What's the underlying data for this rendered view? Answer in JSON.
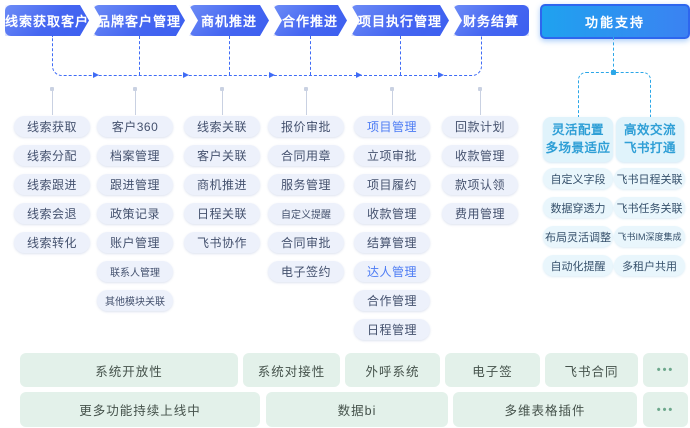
{
  "flow": {
    "stages": [
      {
        "label": "线索获取客户",
        "items": [
          "线索获取",
          "线索分配",
          "线索跟进",
          "线索会退",
          "线索转化"
        ]
      },
      {
        "label": "品牌客户管理",
        "items": [
          "客户360",
          "档案管理",
          "跟进管理",
          "政策记录",
          "账户管理",
          "联系人管理",
          "其他模块关联"
        ]
      },
      {
        "label": "商机推进",
        "items": [
          "线索关联",
          "客户关联",
          "商机推进",
          "日程关联",
          "飞书协作"
        ]
      },
      {
        "label": "合作推进",
        "items": [
          "报价审批",
          "合同用章",
          "服务管理",
          "自定义提醒",
          "合同审批",
          "电子签约"
        ]
      },
      {
        "label": "项目执行管理",
        "items": [
          "项目管理",
          "立项审批",
          "项目履约",
          "收款管理",
          "结算管理",
          "达人管理",
          "合作管理",
          "日程管理"
        ],
        "highlighted_items": [
          "项目管理",
          "达人管理"
        ]
      },
      {
        "label": "财务结算",
        "items": [
          "回款计划",
          "收款管理",
          "款项认领",
          "费用管理"
        ]
      }
    ]
  },
  "support": {
    "button_label": "功能支持",
    "groups": [
      {
        "title_line1": "灵活配置",
        "title_line2": "多场景适应",
        "items": [
          "自定义字段",
          "数据穿透力",
          "布局灵活调整",
          "自动化提醒"
        ]
      },
      {
        "title_line1": "高效交流",
        "title_line2": "飞书打通",
        "items": [
          "飞书日程关联",
          "飞书任务关联",
          "飞书IM深度集成",
          "多租户共用"
        ]
      }
    ]
  },
  "bottom": {
    "row1": [
      "系统开放性",
      "系统对接性",
      "外呼系统",
      "电子签",
      "飞书合同",
      "•••"
    ],
    "row2": [
      "更多功能持续上线中",
      "数据bi",
      "多维表格插件",
      "•••"
    ]
  },
  "colors": {
    "stage_gradient_start": "#6d8cf6",
    "stage_gradient_end": "#3c5ff0",
    "support_button_fill": "#27a0f0",
    "support_button_border": "#2e66ee",
    "flow_line": "#3f6bf5",
    "support_line": "#2ba7e8",
    "chip_bg": "#edf1fb",
    "chip_text": "#44516e",
    "chip_highlight_text": "#4c7bf4",
    "support_chip_bg": "#e9f6fc",
    "support_header_text": "#2f9fd6",
    "bottom_box_bg": "#e3f1ea",
    "bottom_text": "#45524b",
    "bottom_dots": "#6da88c"
  }
}
